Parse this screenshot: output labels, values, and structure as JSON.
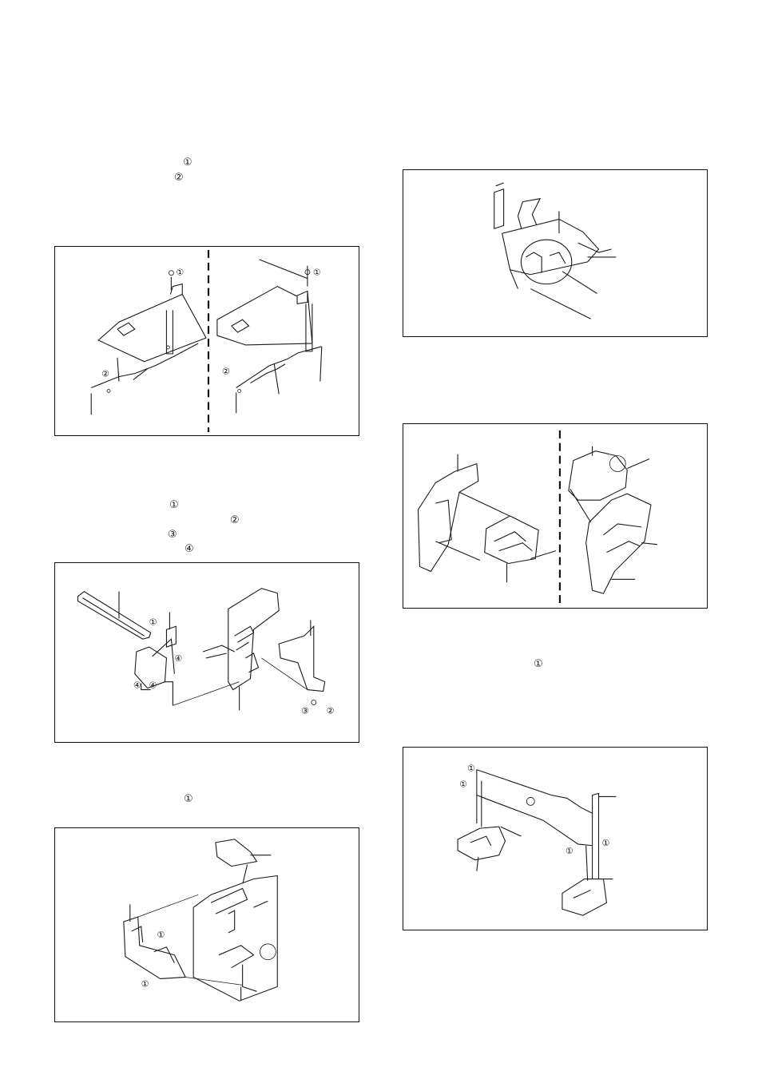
{
  "callouts": {
    "sec1_a": "①",
    "sec1_b": "②",
    "sec2_a": "①",
    "sec2_b": "②",
    "sec2_c": "③",
    "sec2_d": "④",
    "sec3_a": "①",
    "sec6_a": "①"
  },
  "fig1": {
    "left_screw": "①",
    "left_part": "②",
    "right_screw": "①",
    "right_part": "②"
  },
  "fig2": {
    "m1": "①",
    "m4a": "④",
    "m4b": "④",
    "m4c": "④",
    "m3": "③",
    "m2": "②"
  },
  "fig3": {
    "m1a": "①",
    "m1b": "①"
  },
  "fig6": {
    "m1a": "①",
    "m1b": "①",
    "m1c": "①",
    "m1d": "①"
  }
}
